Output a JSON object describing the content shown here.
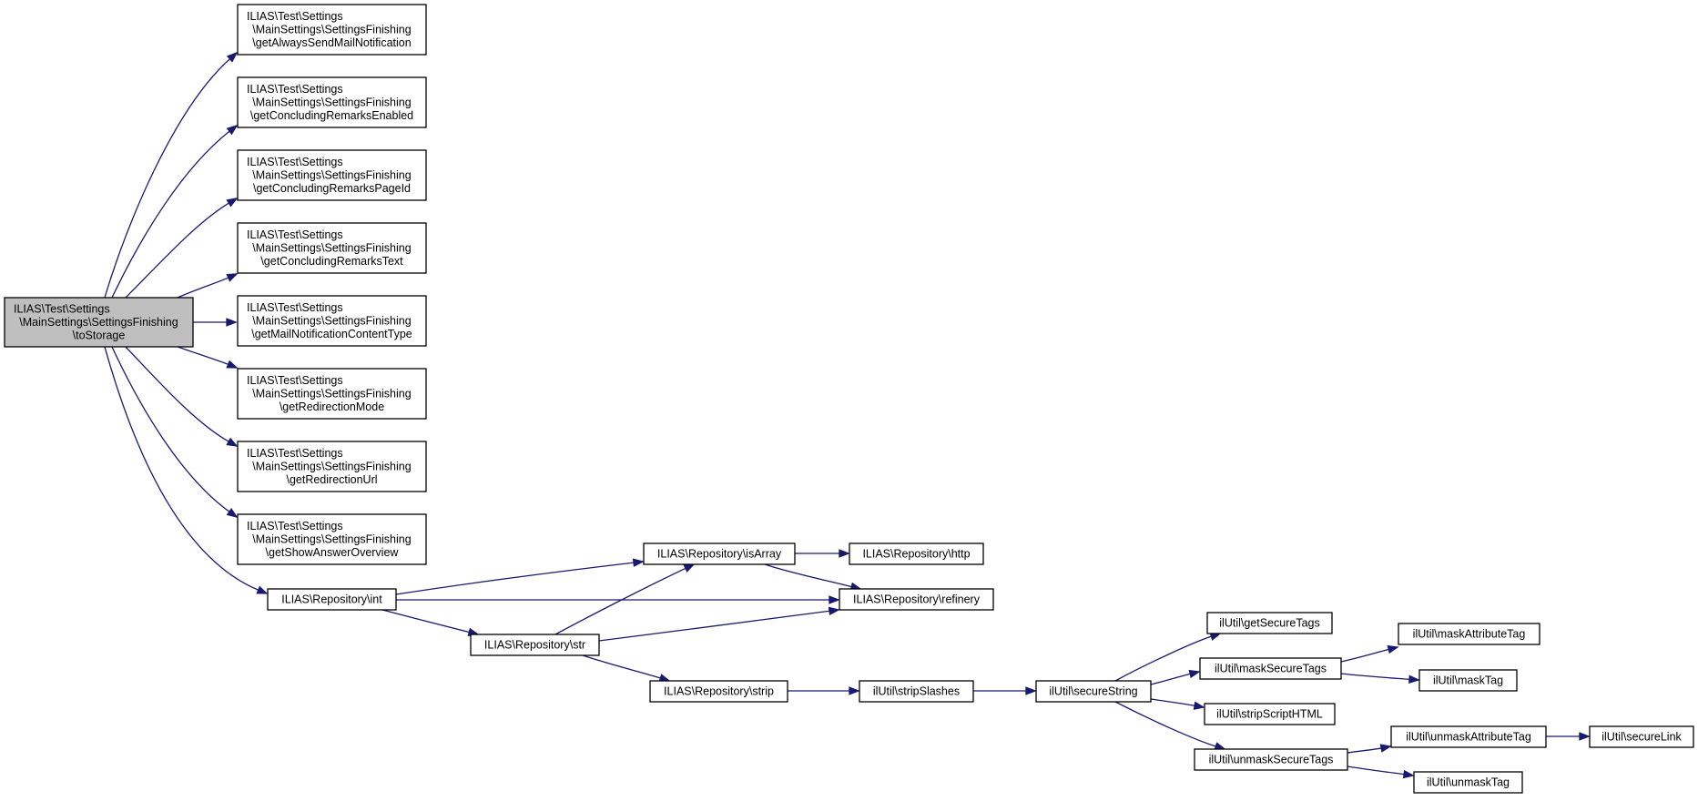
{
  "graph": {
    "kind": "doxygen-call-graph",
    "colors": {
      "edge": "#191970",
      "root_fill": "#bfbfbf",
      "node_fill": "#ffffff",
      "border": "#000000"
    },
    "root": "to_storage",
    "nodes": [
      {
        "id": "to_storage",
        "lines": [
          "ILIAS\\Test\\Settings",
          "\\MainSettings\\SettingsFinishing",
          "\\toStorage"
        ]
      },
      {
        "id": "get_always_send_mail_notification",
        "lines": [
          "ILIAS\\Test\\Settings",
          "\\MainSettings\\SettingsFinishing",
          "\\getAlwaysSendMailNotification"
        ]
      },
      {
        "id": "get_concluding_remarks_enabled",
        "lines": [
          "ILIAS\\Test\\Settings",
          "\\MainSettings\\SettingsFinishing",
          "\\getConcludingRemarksEnabled"
        ]
      },
      {
        "id": "get_concluding_remarks_page_id",
        "lines": [
          "ILIAS\\Test\\Settings",
          "\\MainSettings\\SettingsFinishing",
          "\\getConcludingRemarksPageId"
        ]
      },
      {
        "id": "get_concluding_remarks_text",
        "lines": [
          "ILIAS\\Test\\Settings",
          "\\MainSettings\\SettingsFinishing",
          "\\getConcludingRemarksText"
        ]
      },
      {
        "id": "get_mail_notification_content_type",
        "lines": [
          "ILIAS\\Test\\Settings",
          "\\MainSettings\\SettingsFinishing",
          "\\getMailNotificationContentType"
        ]
      },
      {
        "id": "get_redirection_mode",
        "lines": [
          "ILIAS\\Test\\Settings",
          "\\MainSettings\\SettingsFinishing",
          "\\getRedirectionMode"
        ]
      },
      {
        "id": "get_redirection_url",
        "lines": [
          "ILIAS\\Test\\Settings",
          "\\MainSettings\\SettingsFinishing",
          "\\getRedirectionUrl"
        ]
      },
      {
        "id": "get_show_answer_overview",
        "lines": [
          "ILIAS\\Test\\Settings",
          "\\MainSettings\\SettingsFinishing",
          "\\getShowAnswerOverview"
        ]
      },
      {
        "id": "repository_int",
        "lines": [
          "ILIAS\\Repository\\int"
        ]
      },
      {
        "id": "repository_is_array",
        "lines": [
          "ILIAS\\Repository\\isArray"
        ]
      },
      {
        "id": "repository_http",
        "lines": [
          "ILIAS\\Repository\\http"
        ]
      },
      {
        "id": "repository_refinery",
        "lines": [
          "ILIAS\\Repository\\refinery"
        ]
      },
      {
        "id": "repository_str",
        "lines": [
          "ILIAS\\Repository\\str"
        ]
      },
      {
        "id": "repository_strip",
        "lines": [
          "ILIAS\\Repository\\strip"
        ]
      },
      {
        "id": "ilutil_strip_slashes",
        "lines": [
          "ilUtil\\stripSlashes"
        ]
      },
      {
        "id": "ilutil_secure_string",
        "lines": [
          "ilUtil\\secureString"
        ]
      },
      {
        "id": "ilutil_get_secure_tags",
        "lines": [
          "ilUtil\\getSecureTags"
        ]
      },
      {
        "id": "ilutil_mask_secure_tags",
        "lines": [
          "ilUtil\\maskSecureTags"
        ]
      },
      {
        "id": "ilutil_mask_attribute_tag",
        "lines": [
          "ilUtil\\maskAttributeTag"
        ]
      },
      {
        "id": "ilutil_mask_tag",
        "lines": [
          "ilUtil\\maskTag"
        ]
      },
      {
        "id": "ilutil_strip_script_html",
        "lines": [
          "ilUtil\\stripScriptHTML"
        ]
      },
      {
        "id": "ilutil_unmask_secure_tags",
        "lines": [
          "ilUtil\\unmaskSecureTags"
        ]
      },
      {
        "id": "ilutil_unmask_attribute_tag",
        "lines": [
          "ilUtil\\unmaskAttributeTag"
        ]
      },
      {
        "id": "ilutil_secure_link",
        "lines": [
          "ilUtil\\secureLink"
        ]
      },
      {
        "id": "ilutil_unmask_tag",
        "lines": [
          "ilUtil\\unmaskTag"
        ]
      }
    ],
    "edges": [
      {
        "from": "to_storage",
        "to": "get_always_send_mail_notification"
      },
      {
        "from": "to_storage",
        "to": "get_concluding_remarks_enabled"
      },
      {
        "from": "to_storage",
        "to": "get_concluding_remarks_page_id"
      },
      {
        "from": "to_storage",
        "to": "get_concluding_remarks_text"
      },
      {
        "from": "to_storage",
        "to": "get_mail_notification_content_type"
      },
      {
        "from": "to_storage",
        "to": "get_redirection_mode"
      },
      {
        "from": "to_storage",
        "to": "get_redirection_url"
      },
      {
        "from": "to_storage",
        "to": "get_show_answer_overview"
      },
      {
        "from": "to_storage",
        "to": "repository_int"
      },
      {
        "from": "repository_int",
        "to": "repository_is_array"
      },
      {
        "from": "repository_int",
        "to": "repository_refinery"
      },
      {
        "from": "repository_int",
        "to": "repository_str"
      },
      {
        "from": "repository_is_array",
        "to": "repository_http"
      },
      {
        "from": "repository_is_array",
        "to": "repository_refinery"
      },
      {
        "from": "repository_str",
        "to": "repository_is_array"
      },
      {
        "from": "repository_str",
        "to": "repository_refinery"
      },
      {
        "from": "repository_str",
        "to": "repository_strip"
      },
      {
        "from": "repository_strip",
        "to": "ilutil_strip_slashes"
      },
      {
        "from": "ilutil_strip_slashes",
        "to": "ilutil_secure_string"
      },
      {
        "from": "ilutil_secure_string",
        "to": "ilutil_get_secure_tags"
      },
      {
        "from": "ilutil_secure_string",
        "to": "ilutil_mask_secure_tags"
      },
      {
        "from": "ilutil_secure_string",
        "to": "ilutil_strip_script_html"
      },
      {
        "from": "ilutil_secure_string",
        "to": "ilutil_unmask_secure_tags"
      },
      {
        "from": "ilutil_mask_secure_tags",
        "to": "ilutil_mask_attribute_tag"
      },
      {
        "from": "ilutil_mask_secure_tags",
        "to": "ilutil_mask_tag"
      },
      {
        "from": "ilutil_unmask_secure_tags",
        "to": "ilutil_unmask_attribute_tag"
      },
      {
        "from": "ilutil_unmask_secure_tags",
        "to": "ilutil_unmask_tag"
      },
      {
        "from": "ilutil_unmask_attribute_tag",
        "to": "ilutil_secure_link"
      }
    ]
  }
}
